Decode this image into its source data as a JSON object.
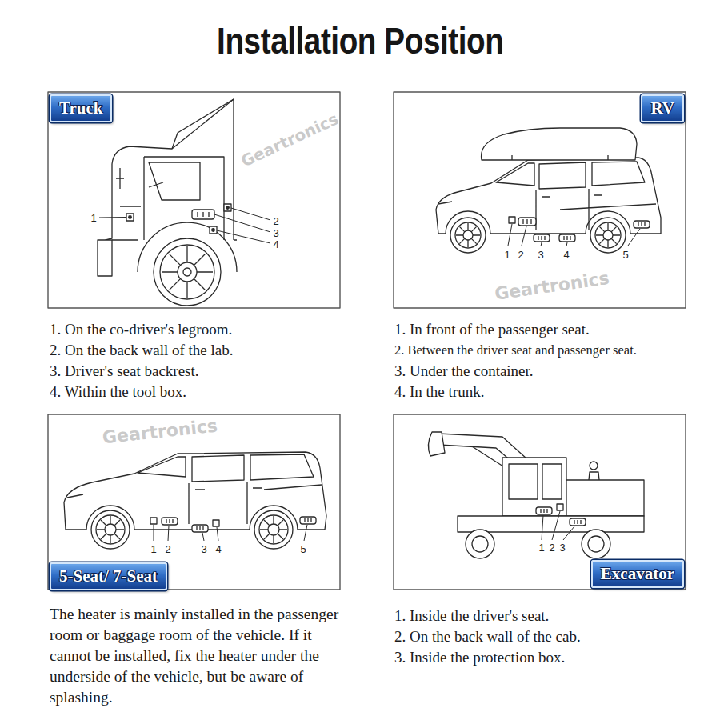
{
  "diagram": {
    "title": "Installation Position",
    "nodes": [
      {
        "text": [
          "Truck"
        ]
      },
      {
        "text": [
          "RV"
        ]
      },
      {
        "text": [
          "5-Seat/ 7-Seat"
        ]
      },
      {
        "text": [
          "Excavator"
        ]
      }
    ],
    "labels": [
      "1",
      "2",
      "3",
      "4",
      "1. On the co-driver's legroom.",
      "2. On the back wall of the lab.",
      "3. Driver's seat backrest.",
      "4. Within the tool box.",
      "1",
      "2",
      "3",
      "4",
      "5",
      "1. In front of the passenger seat.",
      "2. Between the driver seat and passenger seat.",
      "3. Under the container.",
      "4. In the trunk.",
      "1",
      "2",
      "3",
      "4",
      "5",
      "The heater is mainly installed in the passenger room or baggage room of the vehicle. If it cannot be installed, fix the heater under the underside of the vehicle, but be aware of splashing.",
      "1",
      "2",
      "3",
      "1. Inside the driver's seat.",
      "2. On the back wall of the cab.",
      "3. Inside the protection box.",
      "Geartronics",
      "Geartronics",
      "Geartronics"
    ]
  }
}
